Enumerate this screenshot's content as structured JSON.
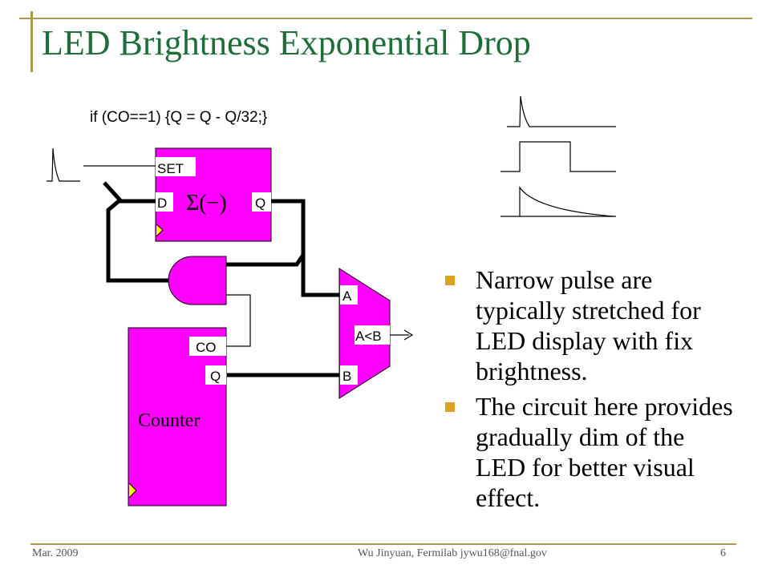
{
  "slide": {
    "title": "LED Brightness Exponential Drop",
    "accent_color": "#1e6e3a",
    "frame_color": "#a89a4a"
  },
  "diagram": {
    "code_text": "if (CO==1) {Q = Q - Q/32;}",
    "accumulator": {
      "set_label": "SET",
      "d_label": "D",
      "q_label": "Q",
      "symbol": "Σ(−)"
    },
    "counter": {
      "name": "Counter",
      "co_label": "CO",
      "q_label": "Q"
    },
    "comparator": {
      "a_label": "A",
      "b_label": "B",
      "output_label": "A<B"
    },
    "block_color": "#ff00ff",
    "waveforms": [
      "narrow-pulse",
      "stretched-pulse",
      "exponential-decay"
    ]
  },
  "bullets": [
    "Narrow pulse are typically stretched for LED display with fix brightness.",
    "The circuit here provides gradually dim of the LED for better visual effect."
  ],
  "footer": {
    "date": "Mar. 2009",
    "author": "Wu Jinyuan, Fermilab jywu168@fnal.gov",
    "page": "6"
  }
}
